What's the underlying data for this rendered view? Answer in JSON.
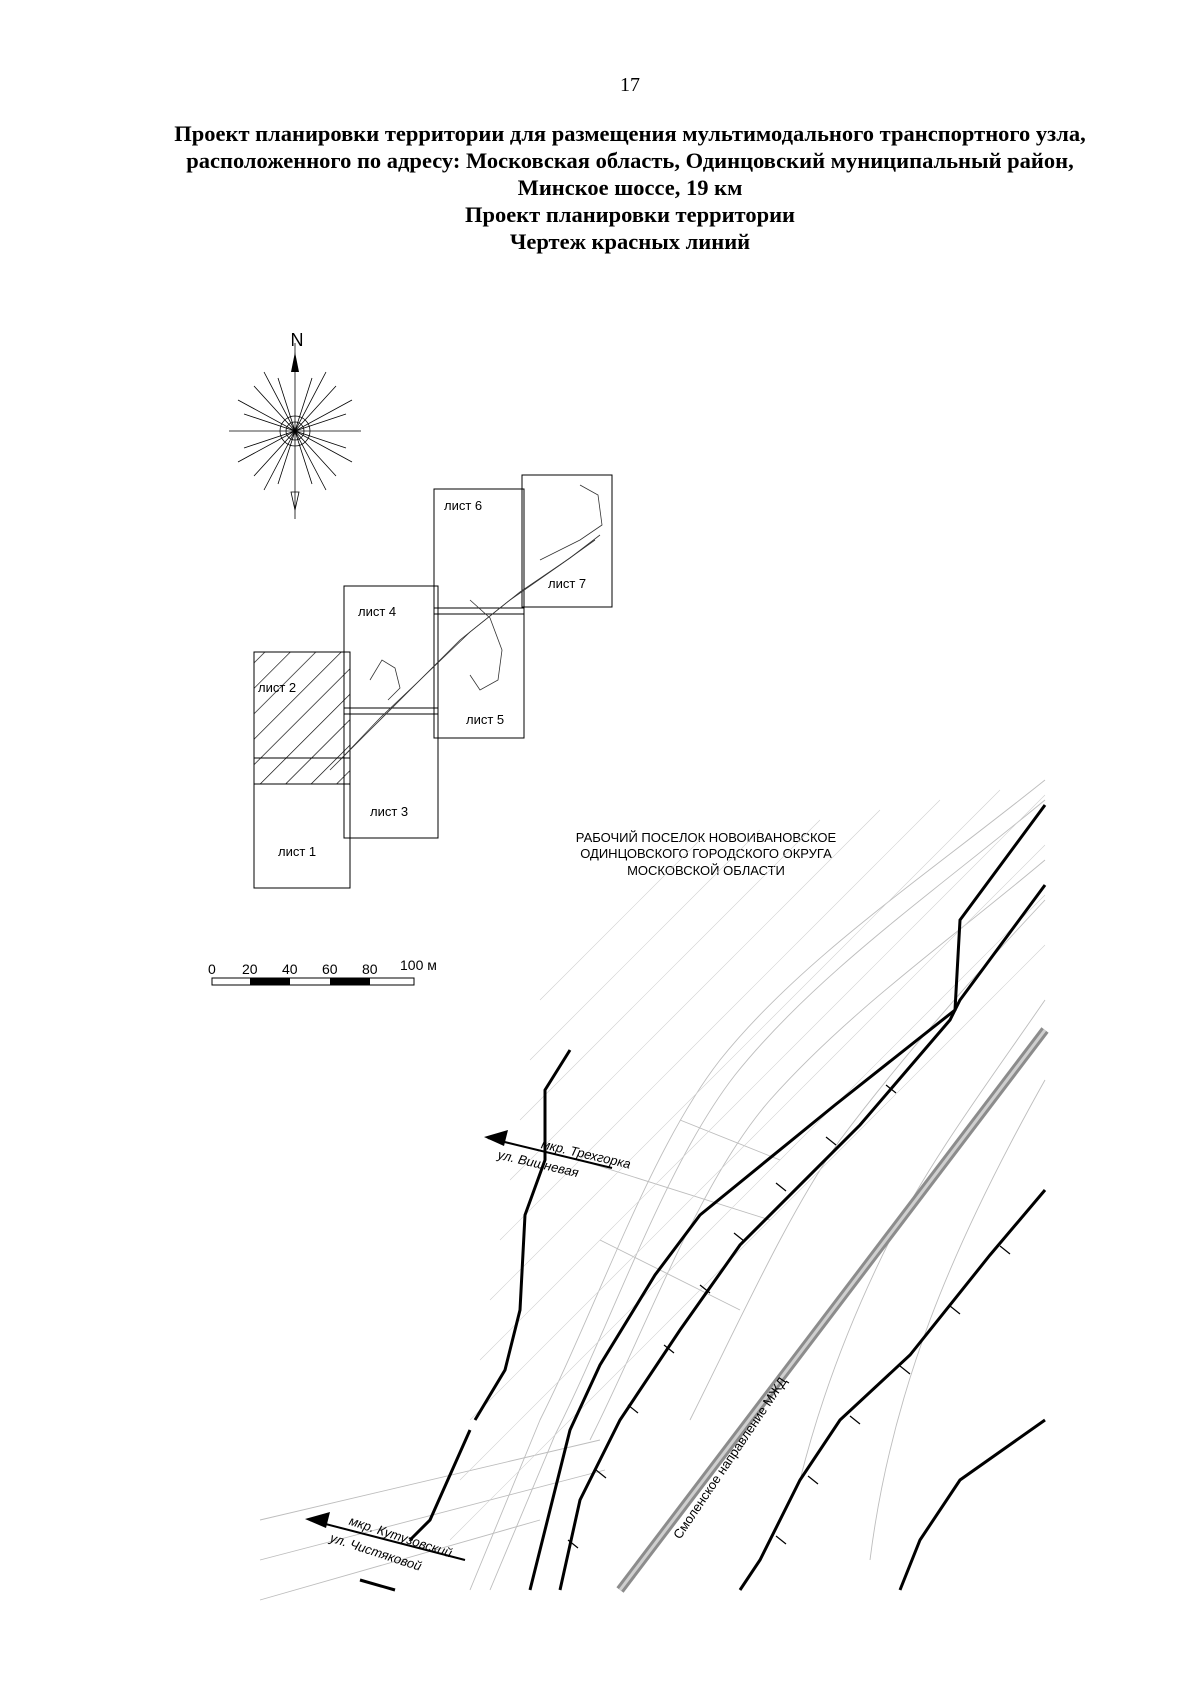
{
  "page": {
    "number": "17"
  },
  "title": {
    "line1": "Проект планировки территории для размещения мультимодального транспортного узла,",
    "line2": "расположенного по адресу: Московская область, Одинцовский муниципальный район,",
    "line3": "Минское шоссе, 19 км",
    "line4": "Проект планировки территории",
    "line5": "Чертеж красных линий"
  },
  "compass": {
    "north": "N"
  },
  "sheet_index": {
    "sheets": [
      {
        "label": "лист 1"
      },
      {
        "label": "лист 2",
        "hatched": true
      },
      {
        "label": "лист 3"
      },
      {
        "label": "лист 4"
      },
      {
        "label": "лист 5"
      },
      {
        "label": "лист 6"
      },
      {
        "label": "лист 7"
      }
    ]
  },
  "scale_bar": {
    "ticks": [
      "0",
      "20",
      "40",
      "60",
      "80",
      "100 м"
    ]
  },
  "map": {
    "settlement": {
      "line1": "РАБОЧИЙ ПОСЕЛОК НОВОИВАНОВСКОЕ",
      "line2": "ОДИНЦОВСКОГО ГОРОДСКОГО ОКРУГА",
      "line3": "МОСКОВСКОЙ ОБЛАСТИ"
    },
    "arrow_top": {
      "line1": "мкр. Трехгорка",
      "line2": "ул. Вишневая"
    },
    "arrow_bottom": {
      "line1": "мкр. Кутузовский",
      "line2": "ул. Чистяковой"
    },
    "railway": "Смоленское направление МЖД"
  },
  "colors": {
    "ink": "#000000",
    "rail": "#8c8c8c",
    "faint": "#bdbdbd"
  }
}
